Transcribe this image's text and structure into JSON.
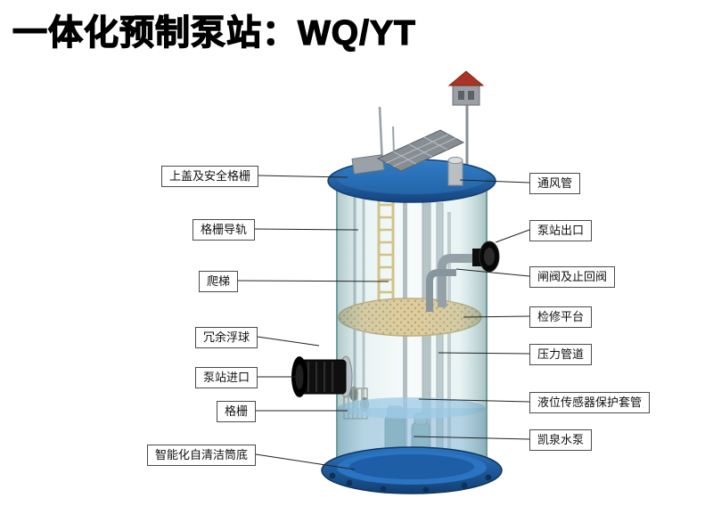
{
  "title": "一体化预制泵站：WQ/YT",
  "labels": {
    "left": [
      {
        "text": "上盖及安全格栅"
      },
      {
        "text": "格栅导轨"
      },
      {
        "text": "爬梯"
      },
      {
        "text": "冗余浮球"
      },
      {
        "text": "泵站进口"
      },
      {
        "text": "格栅"
      },
      {
        "text": "智能化自清洁筒底"
      }
    ],
    "right": [
      {
        "text": "通风管"
      },
      {
        "text": "泵站出口"
      },
      {
        "text": "闸阀及止回阀"
      },
      {
        "text": "检修平台"
      },
      {
        "text": "压力管道"
      },
      {
        "text": "液位传感器保护套管"
      },
      {
        "text": "凯泉水泵"
      }
    ]
  },
  "colors": {
    "lid_blue": "#1d64b0",
    "flange_blue": "#1d64b0",
    "tank_glass_teal": "#bcd8d8",
    "water_blue": "#3b86c6",
    "platform_tan": "#d9b265",
    "ladder_yellow": "#c9a23c",
    "pipe_grey": "#94a1a8",
    "inlet_outlet_black": "#0d0d0d",
    "roof_red": "#a93526",
    "label_border": "#4a4a4a",
    "background": "#ffffff"
  }
}
